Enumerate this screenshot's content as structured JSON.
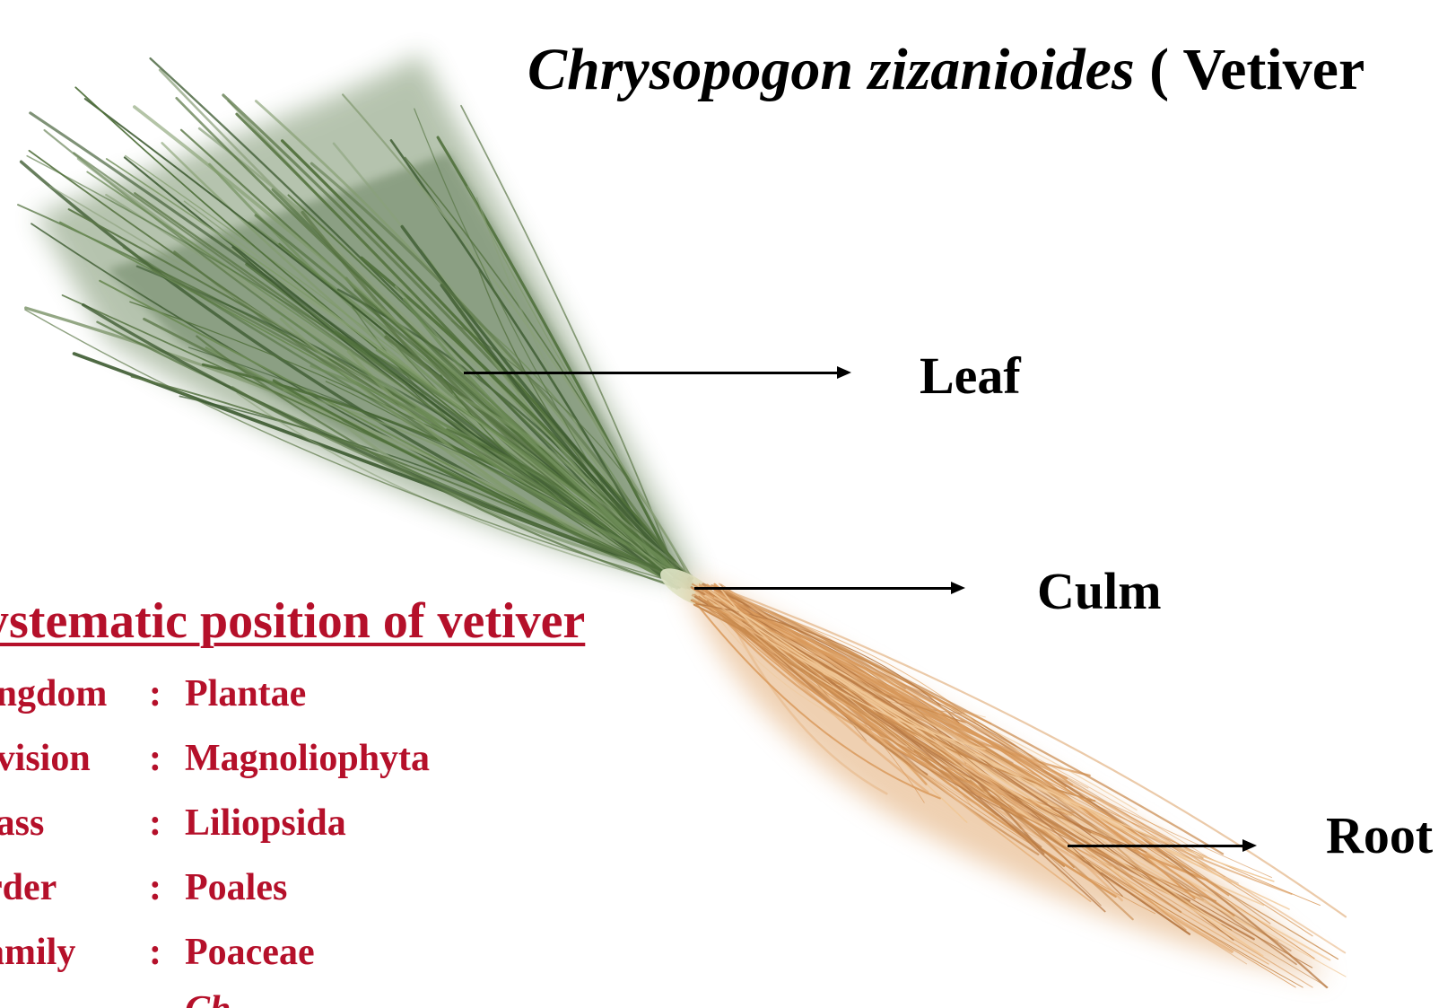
{
  "title": {
    "scientific_name": "Chrysopogon zizanioides",
    "common_name": "( Vetiver"
  },
  "labels": {
    "leaf": "Leaf",
    "culm": "Culm",
    "root": "Root"
  },
  "systematic_position": {
    "heading": "ystematic position of vetiver",
    "rows": [
      {
        "rank": "ingdom",
        "colon": ":",
        "value": "Plantae"
      },
      {
        "rank": "ivision",
        "colon": ":",
        "value": "Magnoliophyta"
      },
      {
        "rank": "lass",
        "colon": ":",
        "value": "Liliopsida"
      },
      {
        "rank": "rder",
        "colon": ":",
        "value": "Poales"
      },
      {
        "rank": "amily",
        "colon": ":",
        "value": "Poaceae"
      },
      {
        "rank": "",
        "colon": "",
        "value": "Ch"
      }
    ]
  },
  "colors": {
    "heading_red": "#b5102a",
    "leaf_green": "#4f6f3a",
    "root_tan": "#d8a067"
  }
}
